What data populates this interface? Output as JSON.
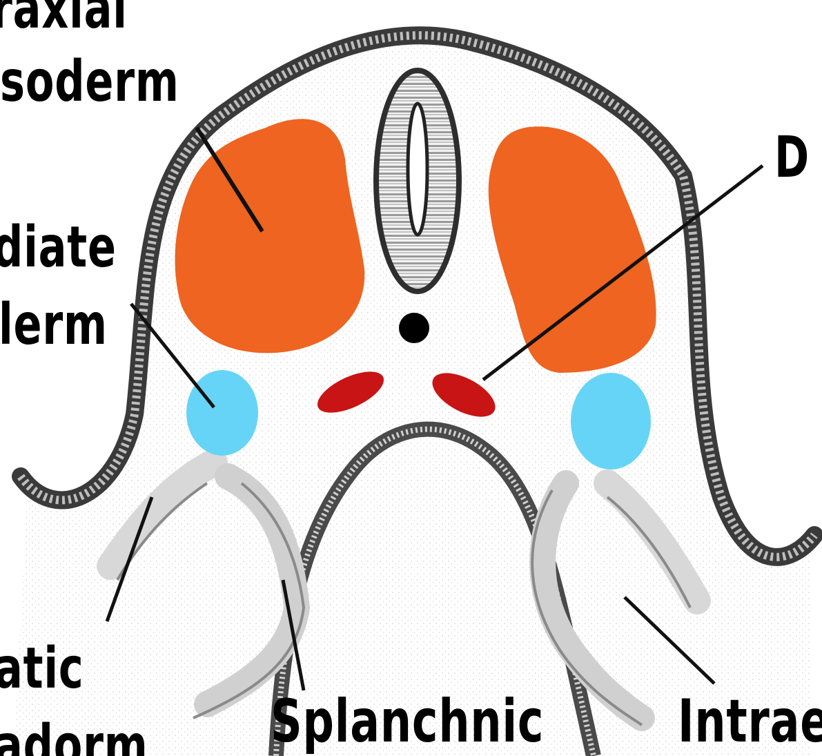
{
  "labels": {
    "paraxial_line1": "raxial",
    "paraxial_line2": "soderm",
    "dorsal": "D",
    "intermediate_line1": "diate",
    "intermediate_line2": "lerm",
    "somatic_line1": "atic",
    "somatic_line2": "adorm",
    "splanchnic": "Splanchnic",
    "intraembryonic": "Intrae"
  },
  "colors": {
    "paraxial_mesoderm": "#ee6420",
    "intermediate_mesoderm": "#66d4f6",
    "dorsal_aorta": "#c81414",
    "outline": "#3a3a3a",
    "background": "#ffffff"
  }
}
